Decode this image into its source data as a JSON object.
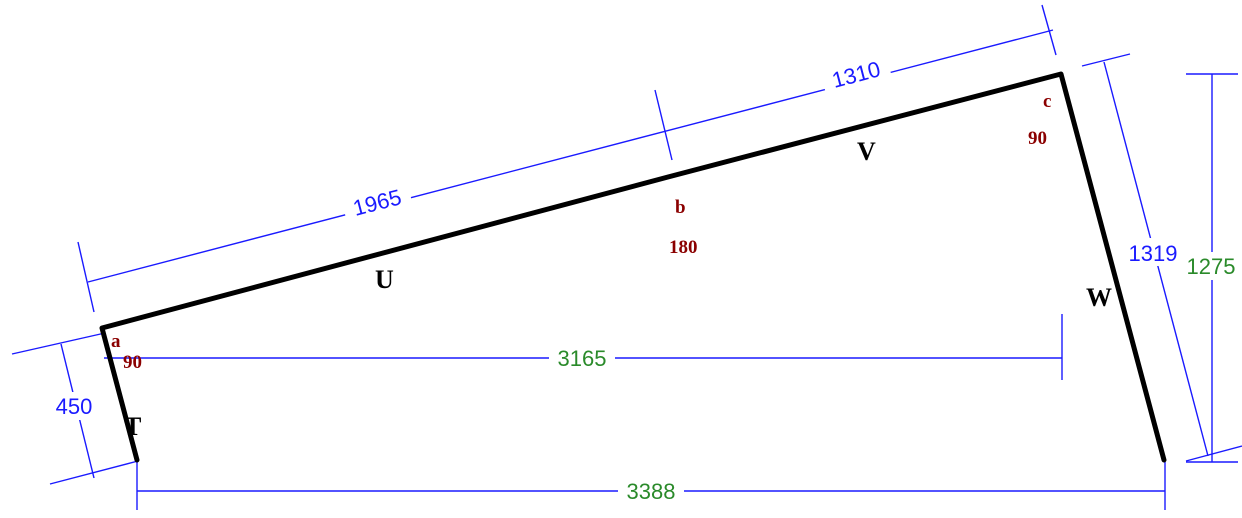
{
  "colors": {
    "shape": "#000000",
    "dimension_line": "#1a1aff",
    "sloped_dimension_text": "#1a1aff",
    "straight_dimension_text": "#2a8a2a",
    "corner_text": "#8b0000"
  },
  "segments": {
    "T": "T",
    "U": "U",
    "V": "V",
    "W": "W"
  },
  "corners": {
    "a": {
      "label": "a",
      "angle": "90"
    },
    "b": {
      "label": "b",
      "angle": "180"
    },
    "c": {
      "label": "c",
      "angle": "90"
    }
  },
  "dimensions": {
    "d450": "450",
    "d1965": "1965",
    "d1310": "1310",
    "d1319": "1319",
    "d1275": "1275",
    "d3165": "3165",
    "d3388": "3388"
  }
}
